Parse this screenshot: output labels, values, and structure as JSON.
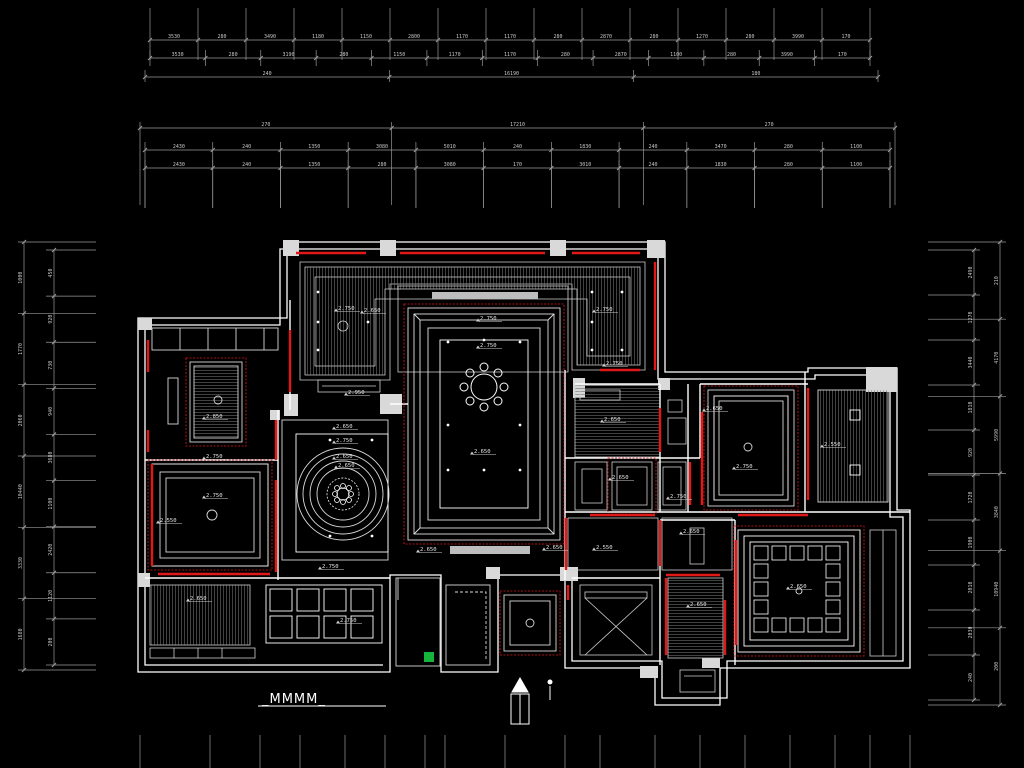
{
  "drawing": {
    "title": "_MMMM_",
    "colors": {
      "background": "#000000",
      "wall": "#ffffff",
      "accent": "#e01818",
      "line": "#bfbfbf",
      "dim": "#9a9a9a",
      "hatch": "#8a8a8a",
      "green": "#17b33a"
    }
  },
  "dims": {
    "top_row1": [
      "3530",
      "280",
      "3490",
      "1180",
      "1150",
      "2800",
      "1170",
      "1170",
      "280",
      "2870",
      "280",
      "1270",
      "280",
      "3990",
      "170"
    ],
    "top_row2": [
      "3530",
      "280",
      "3190",
      "280",
      "1150",
      "1170",
      "1170",
      "280",
      "2870",
      "1100",
      "280",
      "3990",
      "170"
    ],
    "top_overall": [
      "240",
      "16190",
      "180"
    ],
    "mid_overall": [
      "270",
      "17210",
      "270"
    ],
    "mid_row1": [
      "2430",
      "240",
      "1350",
      "3080",
      "5010",
      "240",
      "1830",
      "240",
      "3470",
      "280",
      "1100"
    ],
    "mid_row2": [
      "2430",
      "240",
      "1350",
      "280",
      "3080",
      "170",
      "3010",
      "240",
      "1830",
      "280",
      "1100"
    ],
    "left_outer": [
      "1000",
      "1770",
      "2060",
      "10440",
      "3330",
      "1680"
    ],
    "left_inner": [
      "450",
      "920",
      "730",
      "940",
      "3680",
      "1100",
      "2420",
      "1120",
      "200"
    ],
    "right_outer": [
      "210",
      "4170",
      "5990",
      "3840",
      "10940",
      "200"
    ],
    "right_inner": [
      "2490",
      "1270",
      "3440",
      "1810",
      "920",
      "1720",
      "1900",
      "2010",
      "2030",
      "240"
    ]
  },
  "levels": [
    {
      "id": "l1",
      "text": "2.750"
    },
    {
      "id": "l2",
      "text": "2.750"
    },
    {
      "id": "l3",
      "text": "2.650"
    },
    {
      "id": "l4",
      "text": "2.750"
    },
    {
      "id": "l5",
      "text": "2.750"
    },
    {
      "id": "l6",
      "text": "2.750"
    },
    {
      "id": "l7",
      "text": "2.950"
    },
    {
      "id": "l8",
      "text": "2.850"
    },
    {
      "id": "l9",
      "text": "2.750"
    },
    {
      "id": "l10",
      "text": "2.650"
    },
    {
      "id": "l11",
      "text": "2.750"
    },
    {
      "id": "l12",
      "text": "2.650"
    },
    {
      "id": "l13",
      "text": "2.650"
    },
    {
      "id": "l14",
      "text": "2.750"
    },
    {
      "id": "l15",
      "text": "2.550"
    },
    {
      "id": "l16",
      "text": "2.650"
    },
    {
      "id": "l17",
      "text": "2.650"
    },
    {
      "id": "l18",
      "text": "2.650"
    },
    {
      "id": "l19",
      "text": "2.750"
    },
    {
      "id": "l20",
      "text": "2.650"
    },
    {
      "id": "l21",
      "text": "2.750"
    },
    {
      "id": "l22",
      "text": "2.650"
    },
    {
      "id": "l23",
      "text": "2.650"
    },
    {
      "id": "l24",
      "text": "2.750"
    },
    {
      "id": "l25",
      "text": "2.550"
    },
    {
      "id": "l26",
      "text": "2.650"
    },
    {
      "id": "l27",
      "text": "2.750"
    },
    {
      "id": "l28",
      "text": "2.650"
    },
    {
      "id": "l29",
      "text": "2.550"
    },
    {
      "id": "l30",
      "text": "2.650"
    },
    {
      "id": "l31",
      "text": "2.650"
    }
  ]
}
